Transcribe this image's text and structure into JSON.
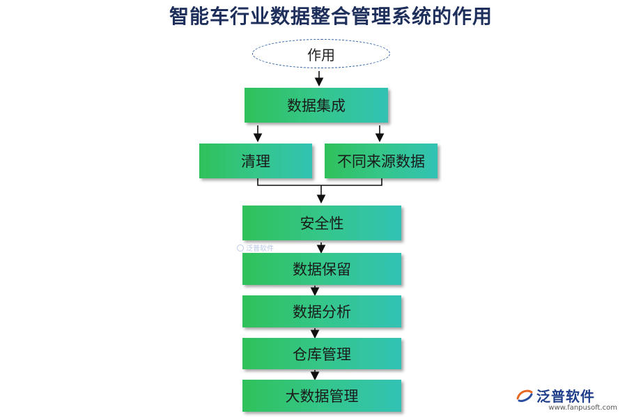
{
  "title": "智能车行业数据整合管理系统的作用",
  "root": "作用",
  "nodes": {
    "integration": "数据集成",
    "cleanup": "清理",
    "sources": "不同来源数据",
    "security": "安全性",
    "retention": "数据保留",
    "analysis": "数据分析",
    "warehouse": "仓库管理",
    "bigdata": "大数据管理"
  },
  "watermark": "泛普软件",
  "logo": {
    "brand": "泛普软件",
    "url": "www.fanpusoft.com"
  }
}
